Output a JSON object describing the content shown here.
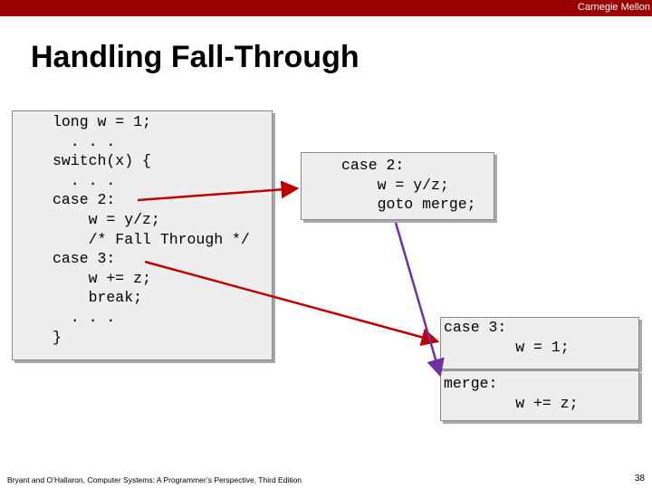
{
  "header": {
    "org": "Carnegie Mellon"
  },
  "slide": {
    "title": "Handling Fall-Through"
  },
  "code_main": "long w = 1;\n  . . .\nswitch(x) {\n  . . .\ncase 2:\n    w = y/z;\n    /* Fall Through */\ncase 3:\n    w += z;\n    break;\n  . . .\n}",
  "code_case2": "case 2:\n    w = y/z;\n    goto merge;",
  "code_case3": "case 3:\n        w = 1;",
  "code_merge": "merge:\n        w += z;",
  "footer": {
    "citation": "Bryant and O’Hallaron, Computer Systems: A Programmer’s Perspective, Third Edition",
    "page": "38"
  },
  "colors": {
    "topbar": "#990000",
    "box_bg": "#eeeeee",
    "arrow_red": "#c00000",
    "arrow_purple": "#7030a0"
  }
}
